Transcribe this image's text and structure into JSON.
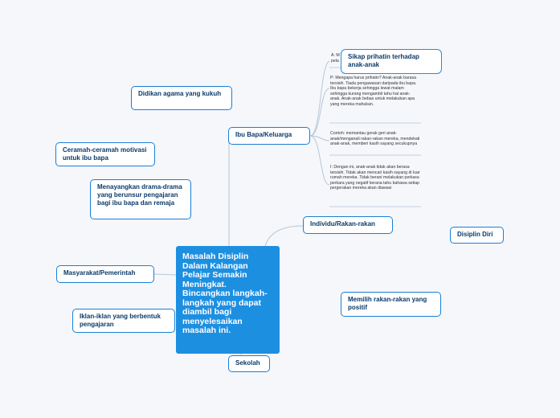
{
  "central": "Masalah Disiplin Dalam Kalangan Pelajar Semakin Meningkat. Bincangkan langkah-langkah yang dapat diambil bagi menyelesaikan masalah ini.",
  "branches": {
    "ibu_bapa": "Ibu Bapa/Keluarga",
    "individu": "Individu/Rakan-rakan",
    "masyarakat": "Masyarakat/Pemerintah",
    "sekolah": "Sekolah"
  },
  "masyarakat_children": {
    "didikan": "Didikan agama yang kukuh",
    "ceramah": "Ceramah-ceramah motivasi untuk ibu bapa",
    "drama": "Menayangkan drama-drama yang berunsur pengajaran bagi ibu bapa dan remaja",
    "iklan": "Iklan-iklan yang berbentuk pengajaran"
  },
  "ibu_bapa_children": {
    "sikap_prefix": "A: M",
    "sikap_prefix2": "pela",
    "sikap": "Sikap prihatin terhadap anak-anak",
    "p_note": "P: Mengapa harus prihatin? Anak-anak barasa tersisih. Tiada pengawasan daripada ibu bapa. Ibu bapa bekerja sehingga lewat malam sehingga kurang mengambil tahu hal anak-anak. Anak-anak bebas untuk melakukan apa yang mereka mahukan.",
    "contoh_note": "Contoh: memantau gerak geri anak-anak/menganali rakan-rakan mereka, mendekati anak-anak, memberi kasih sayang secukupnya",
    "i_note": "I: Dengan ini, anak-anak tidak akan berasa tersisih. Tidak akan mencari kasih sayang di luar rumah mereka. Tidak berani melakukan perkara-perkara yang negatif kerana tahu bahawa setiap pergerakan mereka akan diawasi"
  },
  "individu_children": {
    "memilih": "Memilih rakan-rakan yang positif"
  },
  "floating": {
    "disiplin": "Disiplin Diri"
  }
}
